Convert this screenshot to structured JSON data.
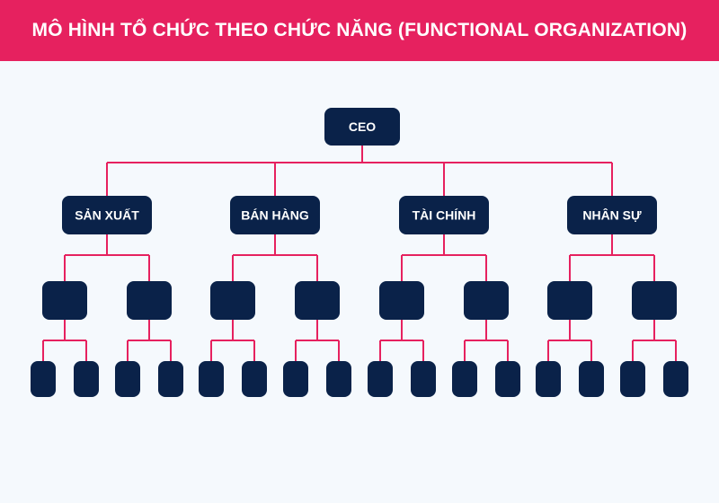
{
  "header": {
    "title": "MÔ HÌNH TỔ CHỨC THEO CHỨC NĂNG (FUNCTIONAL ORGANIZATION)"
  },
  "org": {
    "root": "CEO",
    "departments": [
      "SẢN XUẤT",
      "BÁN HÀNG",
      "TÀI CHÍNH",
      "NHÂN SỰ"
    ],
    "sub_units_per_department": 2,
    "leaf_units_per_sub_unit": 2
  },
  "colors": {
    "banner": "#e6215f",
    "node": "#0a2249",
    "connector": "#e6215f",
    "background": "#f5f9fd",
    "label": "#ffffff"
  }
}
